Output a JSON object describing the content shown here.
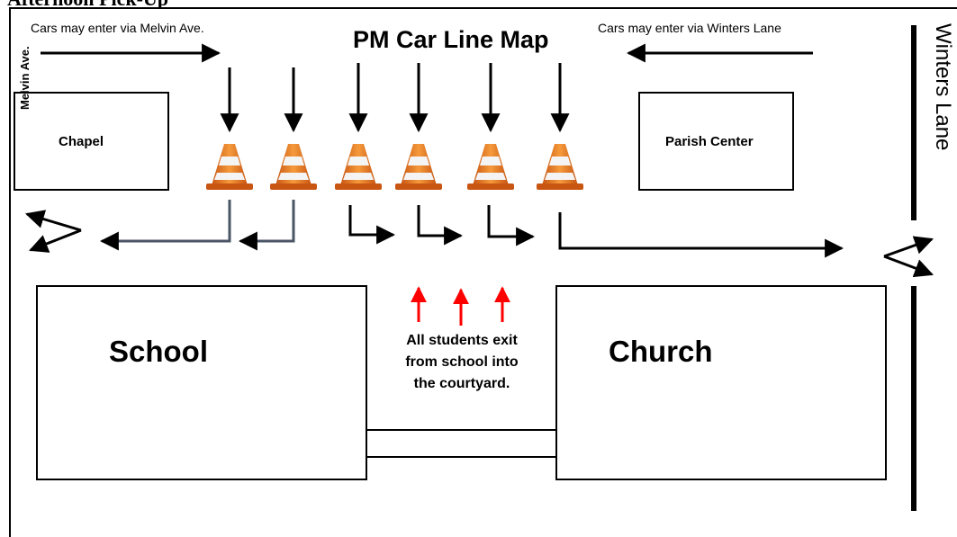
{
  "header": {
    "cut_off_text": "Afternoon Pick-Up"
  },
  "map": {
    "title": "PM Car Line Map",
    "entry_melvin": "Cars may enter via Melvin Ave.",
    "entry_winters": "Cars may enter via Winters Lane",
    "street_melvin": "Melvin Ave.",
    "street_winters": "Winters Lane",
    "buildings": {
      "chapel": "Chapel",
      "parish_center": "Parish Center",
      "school": "School",
      "church": "Church"
    },
    "courtyard_note": [
      "All students exit",
      "from school into",
      "the courtyard."
    ],
    "cone_count": 6,
    "icons": {
      "cone": "traffic-cone-icon",
      "arrow": "arrow-icon"
    },
    "colors": {
      "cone_orange": "#e8782a",
      "cone_stripe": "#f4f4f4",
      "student_arrow": "#ff0000",
      "ink": "#000000"
    }
  }
}
